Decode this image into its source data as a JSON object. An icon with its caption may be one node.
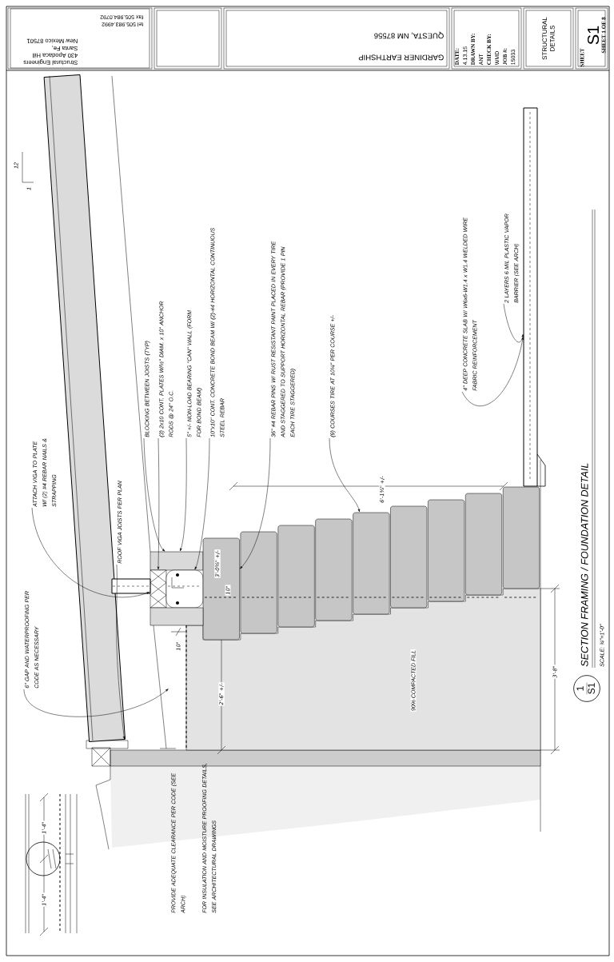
{
  "diagram": {
    "title": "SECTION FRAMING / FOUNDATION DETAIL",
    "nodes": [
      {
        "text": [
          "Structural Engineers",
          "430 Apodaca Hill",
          "Santa Fe,",
          "New Mexico 87501",
          "tel 505.983.4992",
          "fax 505.984.0792"
        ]
      },
      {
        "text": [],
        "shape": "box"
      },
      {
        "text": [
          "GARDINER EARTHSHIP",
          "QUESTA, NM 87556"
        ]
      },
      {
        "text": [
          "DATE:",
          "4.13.15",
          "DRAWN BY:",
          "ANT",
          "CHECK BY:",
          "WMD",
          "JOB #:",
          "15033"
        ]
      },
      {
        "text": [
          "STRUCTURAL DETAILS"
        ]
      },
      {
        "text": [
          "SHEET",
          "S1",
          "SHEET 1 OF 8"
        ]
      },
      {
        "text": [
          "6\" GAP AND WATERPROOFING PER CODE AS NECESSARY"
        ]
      },
      {
        "text": [
          "ATTACH VIGA TO PLATE W/ (2) #4 REBAR NAILS & STRAPPING"
        ]
      },
      {
        "text": [
          "ROOF VIGA JOISTS PER PLAN"
        ]
      },
      {
        "text": [
          "BLOCKING BETWEEN JOISTS (TYP)"
        ]
      },
      {
        "text": [
          "(3) 2x10 CONT. PLATES W/½\" DIAM. x 10\" ANCHOR RODS @ 24\" O.C."
        ]
      },
      {
        "text": [
          "5\" +/- NON-LOAD BEARING \"CAN\" WALL (FORM FOR BOND BEAM)"
        ]
      },
      {
        "text": [
          "10\"x10\" CONT. CONCRETE BOND BEAM W/ (2)-#4 HORIZONTAL CONTINUOUS STEEL REBAR"
        ]
      },
      {
        "text": [
          "36\" #4 REBAR PINS W/ RUST RESISTANT PAINT PLACED IN EVERY TIRE AND STAGGERED TO SUPPORT HORIZONTAL REBAR (PROVIDE 1 PIN EACH TIRE STAGGERED)"
        ]
      },
      {
        "text": [
          "(9) COURSES TIRE AT 10¼\" PER COURSE +/-"
        ]
      },
      {
        "text": [
          "4\" DEEP CONCRETE SLAB W/ W6x6-W1.4 x W1.4 WELDED WIRE FABRIC REINFORCEMENT"
        ]
      },
      {
        "text": [
          "2 LAYERS 6 MIL PLASTIC VAPOR BARRIER (SEE ARCH)"
        ]
      },
      {
        "text": [
          "1",
          "S1"
        ]
      },
      {
        "text": [],
        "shape": "bar"
      },
      {
        "text": [],
        "shape": "box"
      },
      {
        "text": [],
        "shape": "box"
      },
      {
        "text": [],
        "shape": "box"
      },
      {
        "text": [],
        "shape": "box"
      },
      {
        "text": [],
        "shape": "box"
      },
      {
        "text": [],
        "shape": "box"
      },
      {
        "text": [],
        "shape": "box"
      },
      {
        "text": [],
        "shape": "box"
      },
      {
        "text": [],
        "shape": "box"
      },
      {
        "text": [],
        "shape": "box"
      },
      {
        "text": [],
        "shape": "box"
      },
      {
        "text": [],
        "shape": "box"
      },
      {
        "text": [],
        "shape": "bar"
      },
      {
        "text": [],
        "shape": "box"
      },
      {
        "text": [],
        "shape": "bar"
      }
    ],
    "edges": [
      {
        "from": 6,
        "to": null,
        "arrow": "to"
      },
      {
        "from": 7,
        "to": 20,
        "arrow": "to"
      },
      {
        "from": 8,
        "to": 18,
        "arrow": "to"
      },
      {
        "from": 9,
        "to": 19,
        "arrow": "to"
      },
      {
        "from": 10,
        "to": 20,
        "arrow": "to"
      },
      {
        "from": 11,
        "to": 19,
        "arrow": "to"
      },
      {
        "from": 12,
        "to": 21,
        "arrow": "to"
      },
      {
        "from": 13,
        "to": 22,
        "arrow": "to"
      },
      {
        "from": 14,
        "to": 26,
        "arrow": "to"
      },
      {
        "from": 15,
        "to": 31,
        "arrow": "to"
      },
      {
        "from": 16,
        "to": 31,
        "arrow": "to"
      }
    ],
    "labels": [
      "12",
      "1",
      "6'-1¾\" +/-",
      "3'-0⅜\" +/-",
      "10\"",
      "10\"",
      "2'-6\" +/-",
      "90% COMPACTED FILL",
      "3'-8\"",
      "PROVIDE ADEQUATE CLEARANCE PER CODE (SEE ARCH)",
      "FOR INSULATION AND MOISTURE PROOFING DETAILS, SEE ARCHITECTURAL DRAWINGS",
      "1'-4\"",
      "1'-4\"",
      "SCALE: ¾\"=1'-0\""
    ]
  }
}
